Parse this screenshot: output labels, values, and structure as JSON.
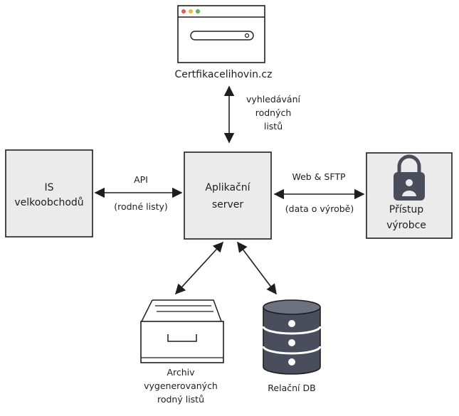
{
  "nodes": {
    "website": {
      "label": "Certfikacelihovin.cz"
    },
    "is": {
      "label_line1": "IS",
      "label_line2": "velkoobchodů"
    },
    "server": {
      "label_line1": "Aplikační",
      "label_line2": "server"
    },
    "vendor": {
      "label_line1": "Přístup",
      "label_line2": "výrobce"
    },
    "archive": {
      "label_line1": "Archiv",
      "label_line2": "vygenerovaných",
      "label_line3": "rodný listů"
    },
    "db": {
      "label": "Relační DB"
    }
  },
  "edges": {
    "search": {
      "line1": "vyhledávání",
      "line2": "rodných",
      "line3": "listů"
    },
    "api": {
      "label": "API",
      "sublabel": "(rodné listy)"
    },
    "web": {
      "label": "Web & SFTP",
      "sublabel": "(data o výrobě)"
    }
  },
  "colors": {
    "stroke": "#1e1e1e",
    "box_fill": "#ebebeb",
    "lock_fill": "#4a4e5c",
    "dot_red": "#e35b5b",
    "dot_yellow": "#e8b93a",
    "dot_green": "#5bb35b"
  }
}
